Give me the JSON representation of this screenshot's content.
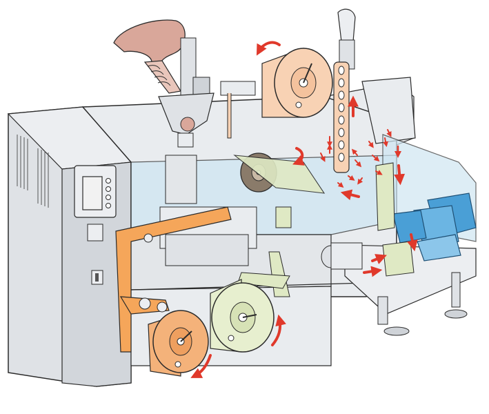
{
  "figure": {
    "background": "#ffffff",
    "colors": {
      "outline": "#2a2a2a",
      "cabinet": "#dfe2e6",
      "cabinet_shade": "#c9cdd3",
      "frame": "#e9ecef",
      "glass": "#cfe6f2",
      "orange_web": "#f5a65a",
      "orange_roll": "#f4b27a",
      "peach_roll": "#f8d2b4",
      "green_web": "#dfe9c4",
      "green_roll": "#e7efcf",
      "blue_tray": "#4a9fd6",
      "brown_roll": "#8a7b6a",
      "hopper_pink": "#d9a79a",
      "arrow_red": "#e0392b",
      "panel_screen": "#f2f2f2"
    },
    "arrows": {
      "count": 24,
      "rotation": [
        "top-roll-ccw",
        "middle-roll-cw",
        "bottom-orange-roll-ccw",
        "bottom-green-roll-cw"
      ]
    }
  }
}
